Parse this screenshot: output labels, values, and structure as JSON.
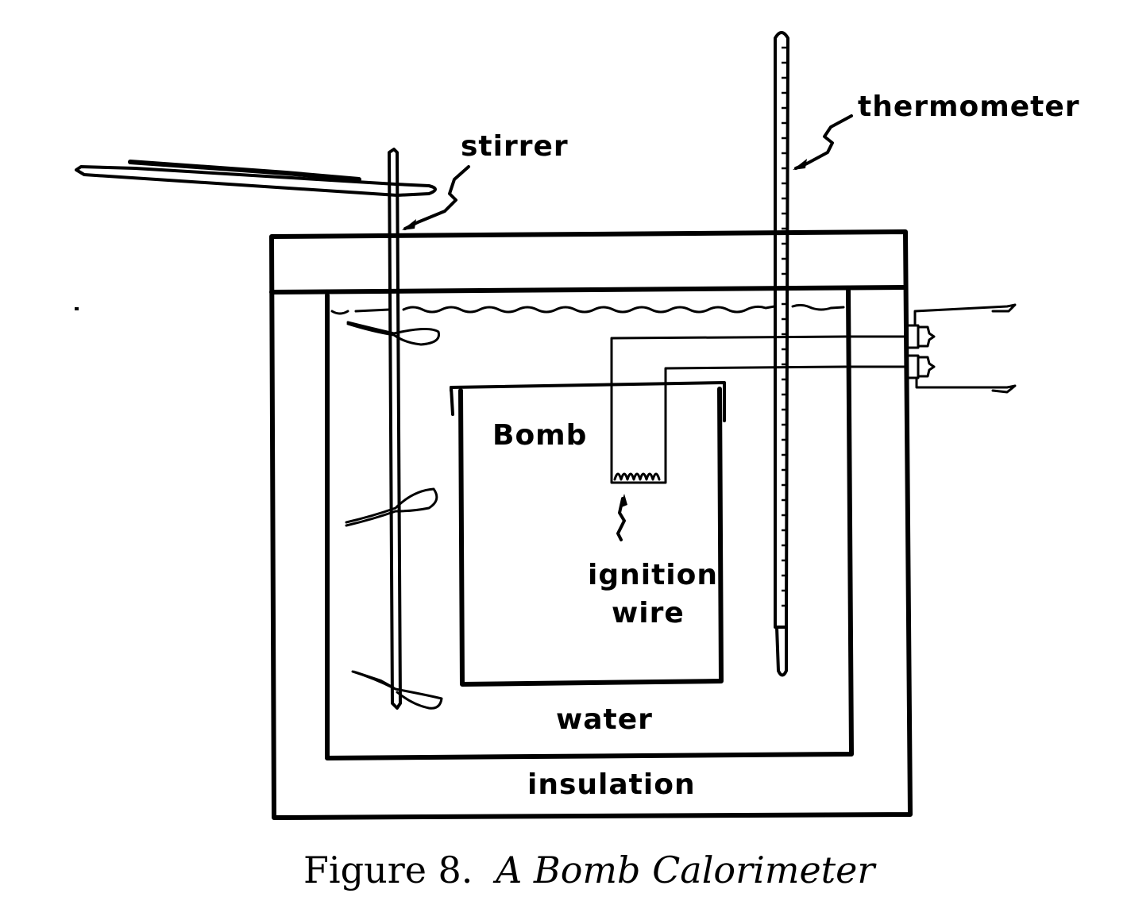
{
  "figure": {
    "caption_prefix": "Figure 8.",
    "caption_title": "A Bomb Calorimeter",
    "colors": {
      "ink": "#000000",
      "paper": "#ffffff"
    }
  },
  "labels": {
    "stirrer": "stirrer",
    "thermometer": "thermometer",
    "bomb": "Bomb",
    "ignition_wire_line1": "ignition",
    "ignition_wire_line2": "wire",
    "water": "water",
    "insulation": "insulation"
  },
  "components": [
    {
      "id": "insulation-box",
      "label": "insulation"
    },
    {
      "id": "water-container",
      "label": "water"
    },
    {
      "id": "bomb",
      "label": "Bomb"
    },
    {
      "id": "stirrer",
      "label": "stirrer",
      "paddles": 3
    },
    {
      "id": "thermometer",
      "label": "thermometer"
    },
    {
      "id": "ignition-wire",
      "label": "ignition wire"
    },
    {
      "id": "electrical-terminals",
      "count": 2
    }
  ]
}
